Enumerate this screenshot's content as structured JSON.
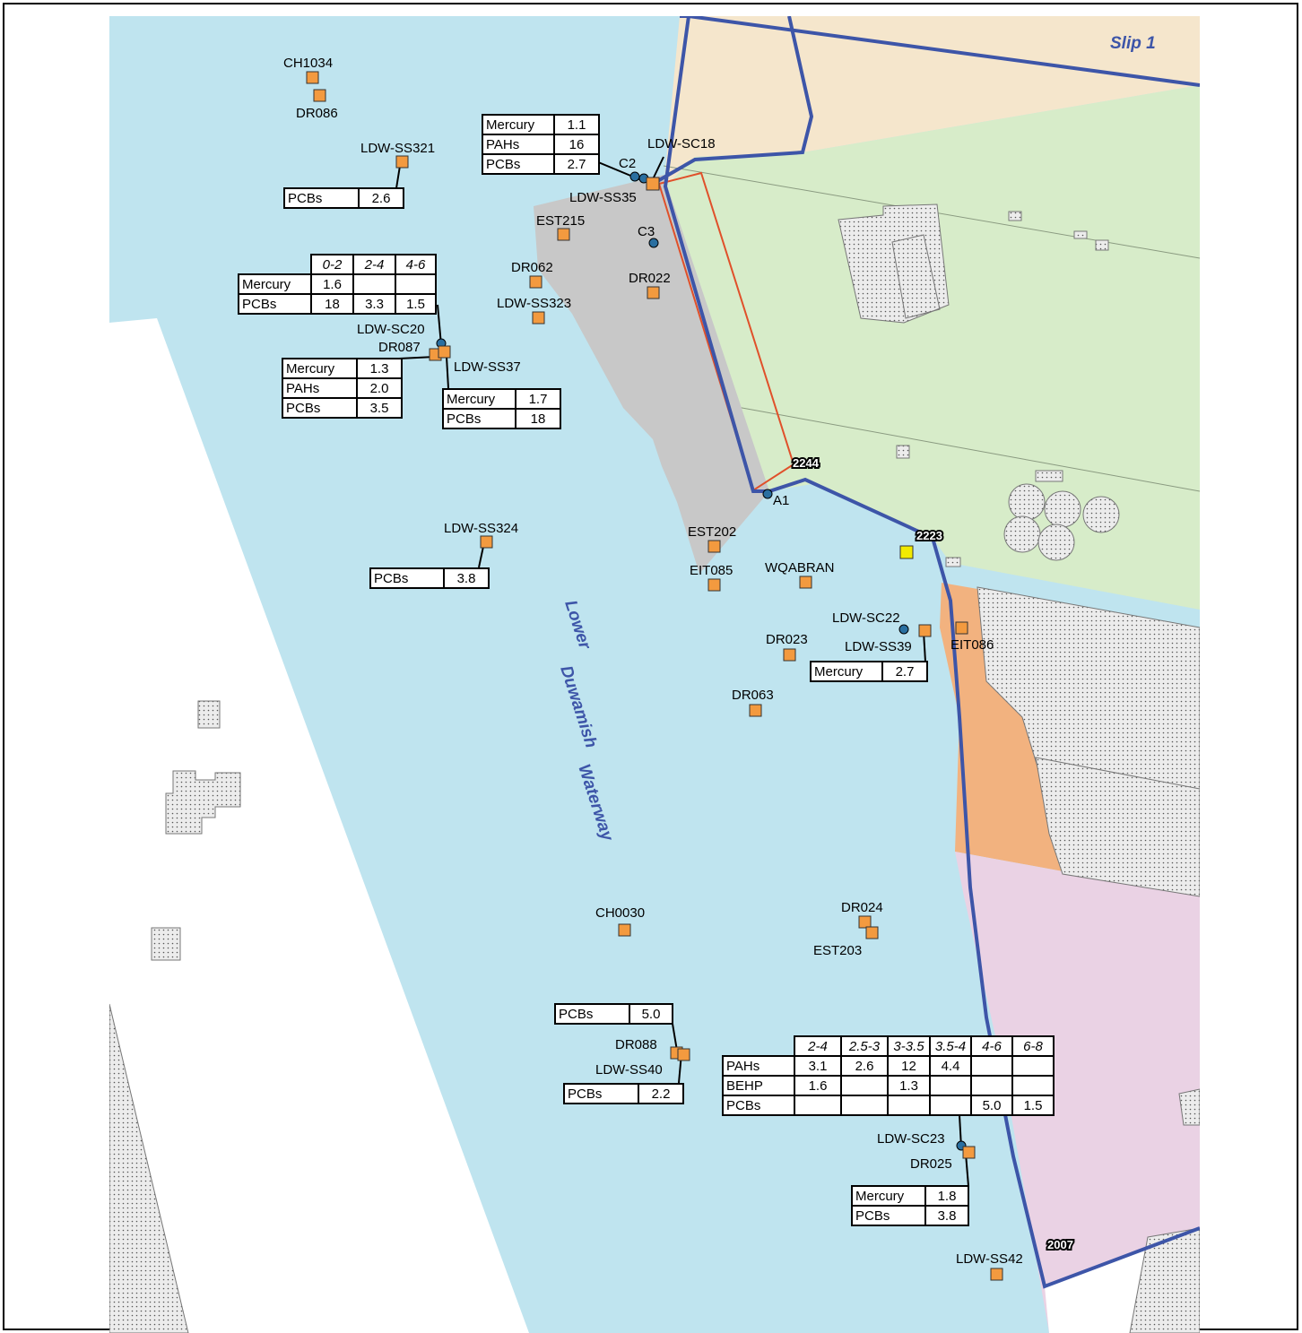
{
  "map": {
    "slip_label": "Slip 1",
    "waterway_name": [
      "Lower",
      "Duwamish",
      "Waterway"
    ],
    "colors": {
      "water": "#bfe4ef",
      "land_white": "#ffffff",
      "land_tan": "#f5e6cc",
      "land_green": "#d7ecc9",
      "land_orange": "#f2b27f",
      "land_pink": "#ead2e4",
      "sediment_gray": "#c8c8c8",
      "shoreline": "#3d55a8",
      "red_outline": "#e0502a",
      "sample_square": "#f39a3f",
      "core_circle": "#2a6fa0",
      "outfall_square": "#f2ea00"
    },
    "parcel_tags": [
      "2244",
      "2223",
      "2007"
    ],
    "stations": {
      "CH1034": "CH1034",
      "DR086": "DR086",
      "LDW_SS321": "LDW-SS321",
      "C2": "C2",
      "LDW_SC18": "LDW-SC18",
      "LDW_SS35": "LDW-SS35",
      "EST215": "EST215",
      "C3": "C3",
      "DR062": "DR062",
      "DR022": "DR022",
      "LDW_SS323": "LDW-SS323",
      "LDW_SC20": "LDW-SC20",
      "DR087": "DR087",
      "LDW_SS37": "LDW-SS37",
      "A1": "A1",
      "LDW_SS324": "LDW-SS324",
      "EST202": "EST202",
      "EIT085": "EIT085",
      "WQABRAN": "WQABRAN",
      "LDW_SC22": "LDW-SC22",
      "LDW_SS39": "LDW-SS39",
      "EIT086": "EIT086",
      "DR023": "DR023",
      "DR063": "DR063",
      "CH0030": "CH0030",
      "DR024": "DR024",
      "EST203": "EST203",
      "DR088": "DR088",
      "LDW_SS40": "LDW-SS40",
      "LDW_SC23": "LDW-SC23",
      "DR025": "DR025",
      "LDW_SS42": "LDW-SS42"
    },
    "tables": {
      "ss35": {
        "rows": [
          [
            "Mercury",
            "1.1"
          ],
          [
            "PAHs",
            "16"
          ],
          [
            "PCBs",
            "2.7"
          ]
        ]
      },
      "ss321": {
        "rows": [
          [
            "PCBs",
            "2.6"
          ]
        ]
      },
      "sc20": {
        "header": [
          "0-2",
          "2-4",
          "4-6"
        ],
        "rows": [
          [
            "Mercury",
            "1.6",
            "",
            ""
          ],
          [
            "PCBs",
            "18",
            "3.3",
            "1.5"
          ]
        ]
      },
      "dr087": {
        "rows": [
          [
            "Mercury",
            "1.3"
          ],
          [
            "PAHs",
            "2.0"
          ],
          [
            "PCBs",
            "3.5"
          ]
        ]
      },
      "ss37": {
        "rows": [
          [
            "Mercury",
            "1.7"
          ],
          [
            "PCBs",
            "18"
          ]
        ]
      },
      "ss324": {
        "rows": [
          [
            "PCBs",
            "3.8"
          ]
        ]
      },
      "ss39": {
        "rows": [
          [
            "Mercury",
            "2.7"
          ]
        ]
      },
      "dr088": {
        "rows": [
          [
            "PCBs",
            "5.0"
          ]
        ]
      },
      "ss40": {
        "rows": [
          [
            "PCBs",
            "2.2"
          ]
        ]
      },
      "sc23": {
        "header": [
          "2-4",
          "2.5-3",
          "3-3.5",
          "3.5-4",
          "4-6",
          "6-8"
        ],
        "rows": [
          [
            "PAHs",
            "3.1",
            "2.6",
            "12",
            "4.4",
            "",
            ""
          ],
          [
            "BEHP",
            "1.6",
            "",
            "1.3",
            "",
            "",
            ""
          ],
          [
            "PCBs",
            "",
            "",
            "",
            "",
            "5.0",
            "1.5"
          ]
        ]
      },
      "dr025": {
        "rows": [
          [
            "Mercury",
            "1.8"
          ],
          [
            "PCBs",
            "3.8"
          ]
        ]
      }
    }
  }
}
